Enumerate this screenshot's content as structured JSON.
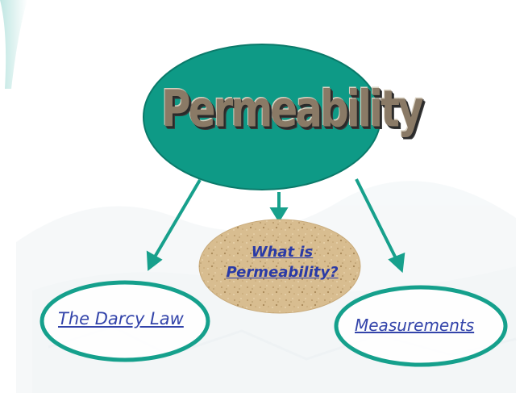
{
  "diagram": {
    "central_node": {
      "label": "Permeability"
    },
    "child_nodes": [
      {
        "id": "what-is",
        "label_line1": "What is",
        "label_line2": "Permeability?"
      },
      {
        "id": "darcy",
        "label": "The Darcy Law"
      },
      {
        "id": "measurements",
        "label": "Measurements"
      }
    ]
  },
  "colors": {
    "central_fill": "#0e9a86",
    "ring_stroke": "#15a08c",
    "arrow": "#17a08c",
    "link_text": "#3344aa",
    "sand_fill": "#d9bf92"
  }
}
